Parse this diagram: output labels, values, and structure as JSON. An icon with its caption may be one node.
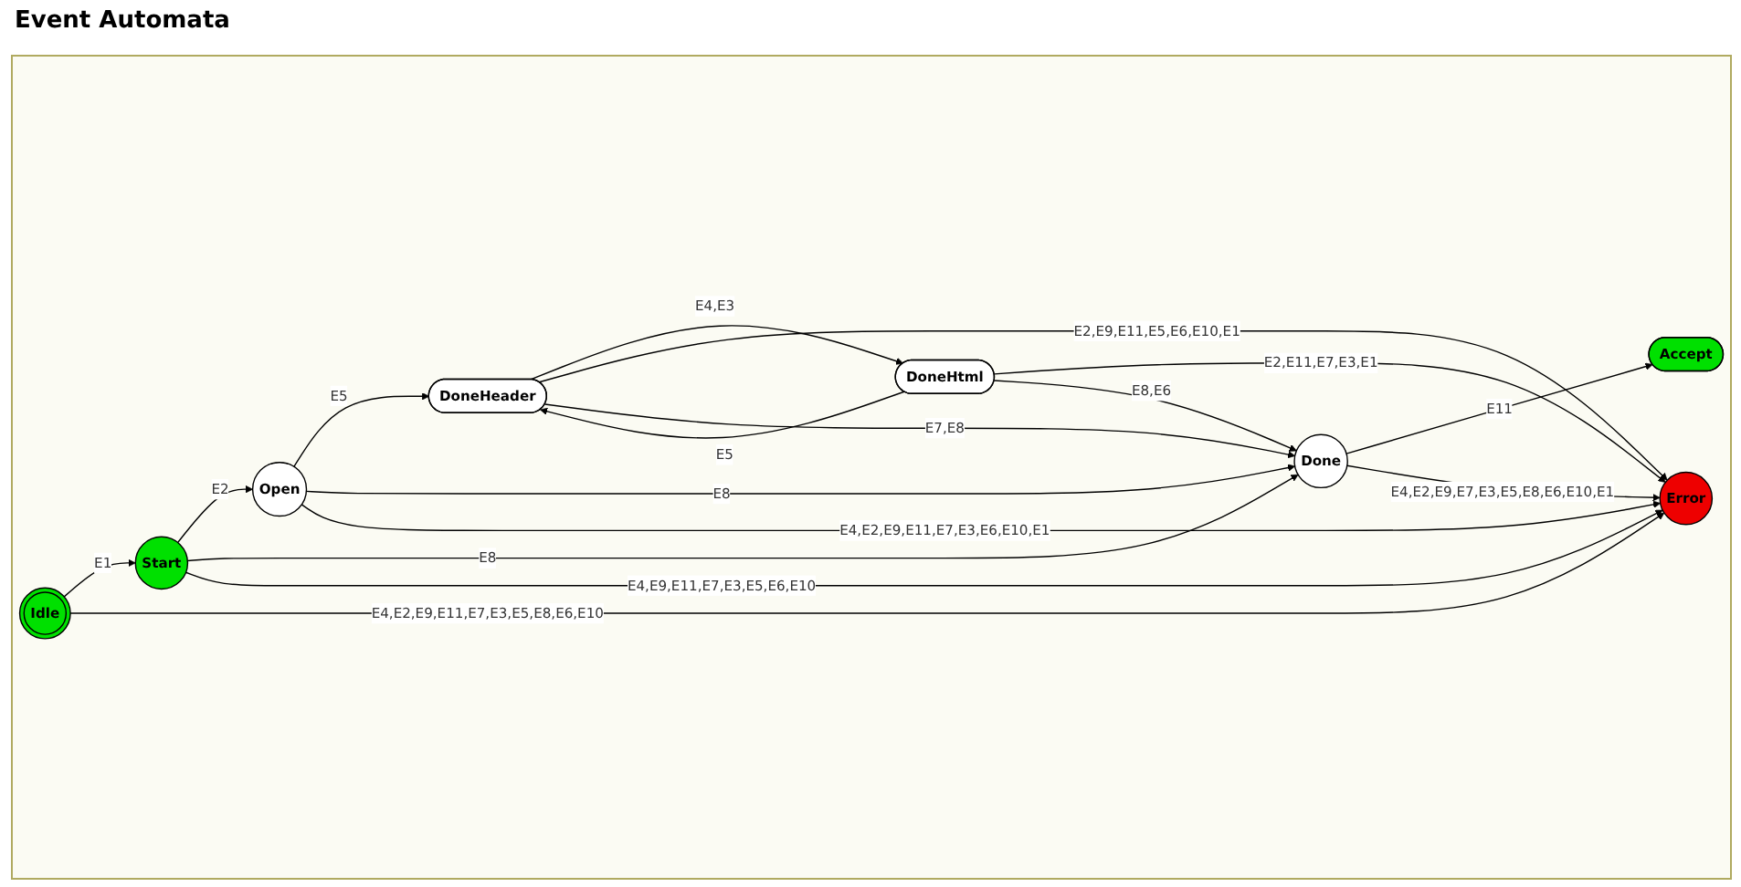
{
  "diagram": {
    "title": "Event Automata",
    "nodes": [
      {
        "text": [
          "Idle"
        ]
      },
      {
        "text": [
          "Start"
        ]
      },
      {
        "text": [
          "Open"
        ]
      },
      {
        "text": [
          "DoneHeader"
        ]
      },
      {
        "text": [
          "DoneHtml"
        ]
      },
      {
        "text": [
          "Done"
        ]
      },
      {
        "text": [
          "Accept"
        ]
      },
      {
        "text": [
          "Error"
        ]
      }
    ],
    "edges": [
      {
        "from": 0,
        "to": 1,
        "arrow": "to",
        "label": "E1"
      },
      {
        "from": 1,
        "to": 2,
        "arrow": "to",
        "label": "E2"
      },
      {
        "from": 2,
        "to": 3,
        "arrow": "to",
        "label": "E5"
      },
      {
        "from": 3,
        "to": 4,
        "arrow": "to",
        "label": "E4,E3"
      },
      {
        "from": 4,
        "to": 3,
        "arrow": "to",
        "label": "E5"
      },
      {
        "from": 4,
        "to": 7,
        "arrow": "to",
        "label": "E2,E11,E7,E3,E1"
      },
      {
        "from": 3,
        "to": 7,
        "arrow": "to",
        "label": "E2,E9,E11,E5,E6,E10,E1"
      },
      {
        "from": 4,
        "to": 5,
        "arrow": "to",
        "label": "E8,E6"
      },
      {
        "from": 3,
        "to": 5,
        "arrow": "to",
        "label": "E7,E8"
      },
      {
        "from": 2,
        "to": 5,
        "arrow": "to",
        "label": "E8"
      },
      {
        "from": 2,
        "to": 7,
        "arrow": "to",
        "label": "E4,E2,E9,E11,E7,E3,E6,E10,E1"
      },
      {
        "from": 1,
        "to": 5,
        "arrow": "to",
        "label": "E8"
      },
      {
        "from": 1,
        "to": 7,
        "arrow": "to",
        "label": "E4,E9,E11,E7,E3,E5,E6,E10"
      },
      {
        "from": 0,
        "to": 7,
        "arrow": "to",
        "label": "E4,E2,E9,E11,E7,E3,E5,E8,E6,E10"
      },
      {
        "from": 5,
        "to": 6,
        "arrow": "to",
        "label": "E11"
      },
      {
        "from": 5,
        "to": 7,
        "arrow": "to",
        "label": "E4,E2,E9,E7,E3,E5,E8,E6,E10,E1"
      }
    ]
  }
}
